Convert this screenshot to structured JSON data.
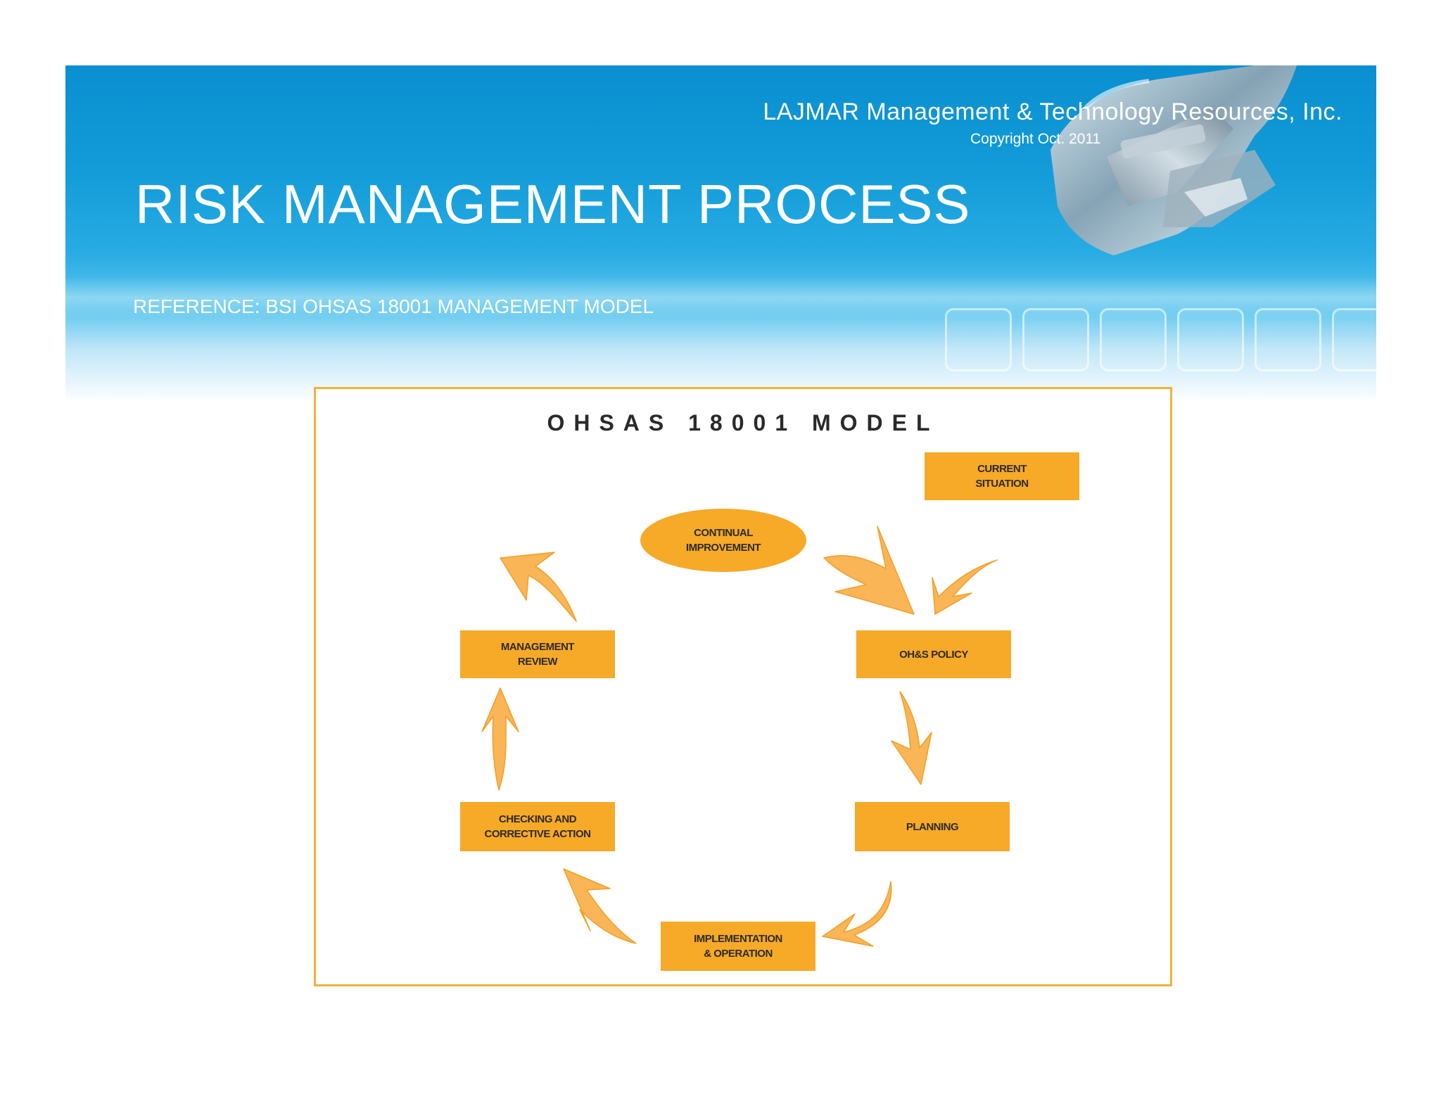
{
  "header": {
    "company": "LAJMAR Management & Technology Resources, Inc.",
    "copyright": "Copyright Oct. 2011",
    "title": "RISK MANAGEMENT PROCESS",
    "reference": "REFERENCE:  BSI OHSAS 18001 MANAGEMENT MODEL"
  },
  "diagram": {
    "title": "OHSAS 18001 MODEL",
    "nodes": {
      "current_situation": "CURRENT\nSITUATION",
      "continual_improvement": "CONTINUAL\nIMPROVEMENT",
      "ohs_policy": "OH&S POLICY",
      "management_review": "MANAGEMENT\nREVIEW",
      "planning": "PLANNING",
      "checking": "CHECKING AND\nCORRECTIVE ACTION",
      "implementation": "IMPLEMENTATION\n& OPERATION"
    }
  },
  "colors": {
    "banner_blue": "#129bd8",
    "node_orange": "#f7a928",
    "arrow_orange": "#f9b24e",
    "frame_border": "#f2b23a"
  }
}
